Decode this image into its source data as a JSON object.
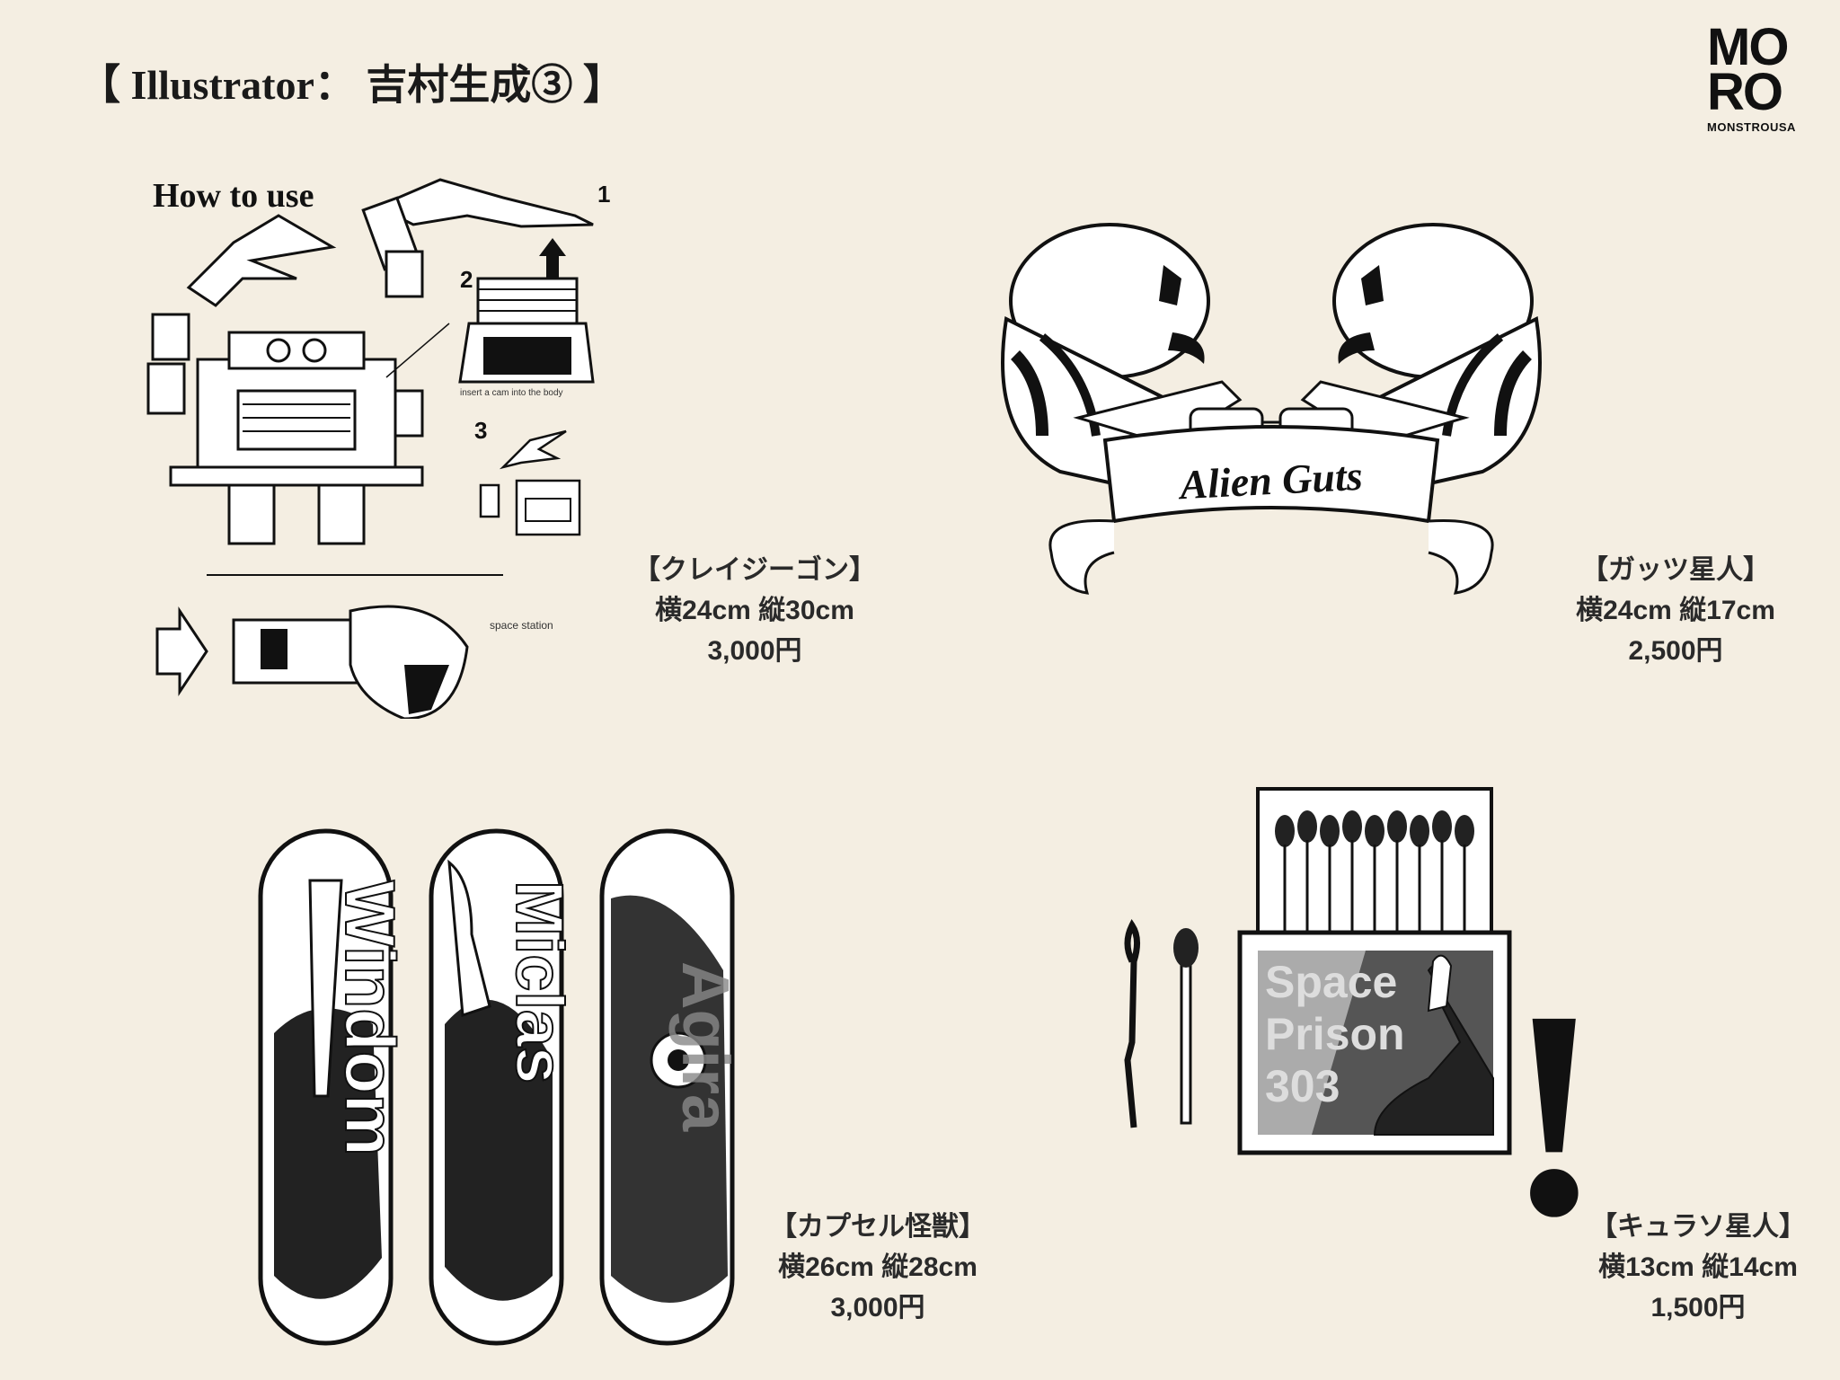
{
  "title": "【 Illustrator： 吉村生成③ 】",
  "logo": {
    "line1": "MO",
    "line2": "RO",
    "sub": "MONSTROUSA"
  },
  "items": [
    {
      "name": "【クレイジーゴン】",
      "size": "横24cm 縦30cm",
      "price": "3,000円",
      "art_text": {
        "heading": "How to use",
        "step1": "1",
        "step2": "2",
        "step3": "3",
        "station": "space station",
        "note": "insert a cam into the body"
      }
    },
    {
      "name": "【ガッツ星人】",
      "size": "横24cm 縦17cm",
      "price": "2,500円",
      "art_text": {
        "banner": "Alien Guts"
      }
    },
    {
      "name": "【カプセル怪獣】",
      "size": "横26cm 縦28cm",
      "price": "3,000円",
      "art_text": {
        "deck1": "Windom",
        "deck2": "Miclas",
        "deck3": "Agira"
      }
    },
    {
      "name": "【キュラソ星人】",
      "size": "横13cm 縦14cm",
      "price": "1,500円",
      "art_text": {
        "line1": "Space",
        "line2": "Prison",
        "line3": "303",
        "exclaim": "!"
      }
    }
  ],
  "colors": {
    "background": "#f4eee2",
    "ink": "#1a1a1a"
  }
}
